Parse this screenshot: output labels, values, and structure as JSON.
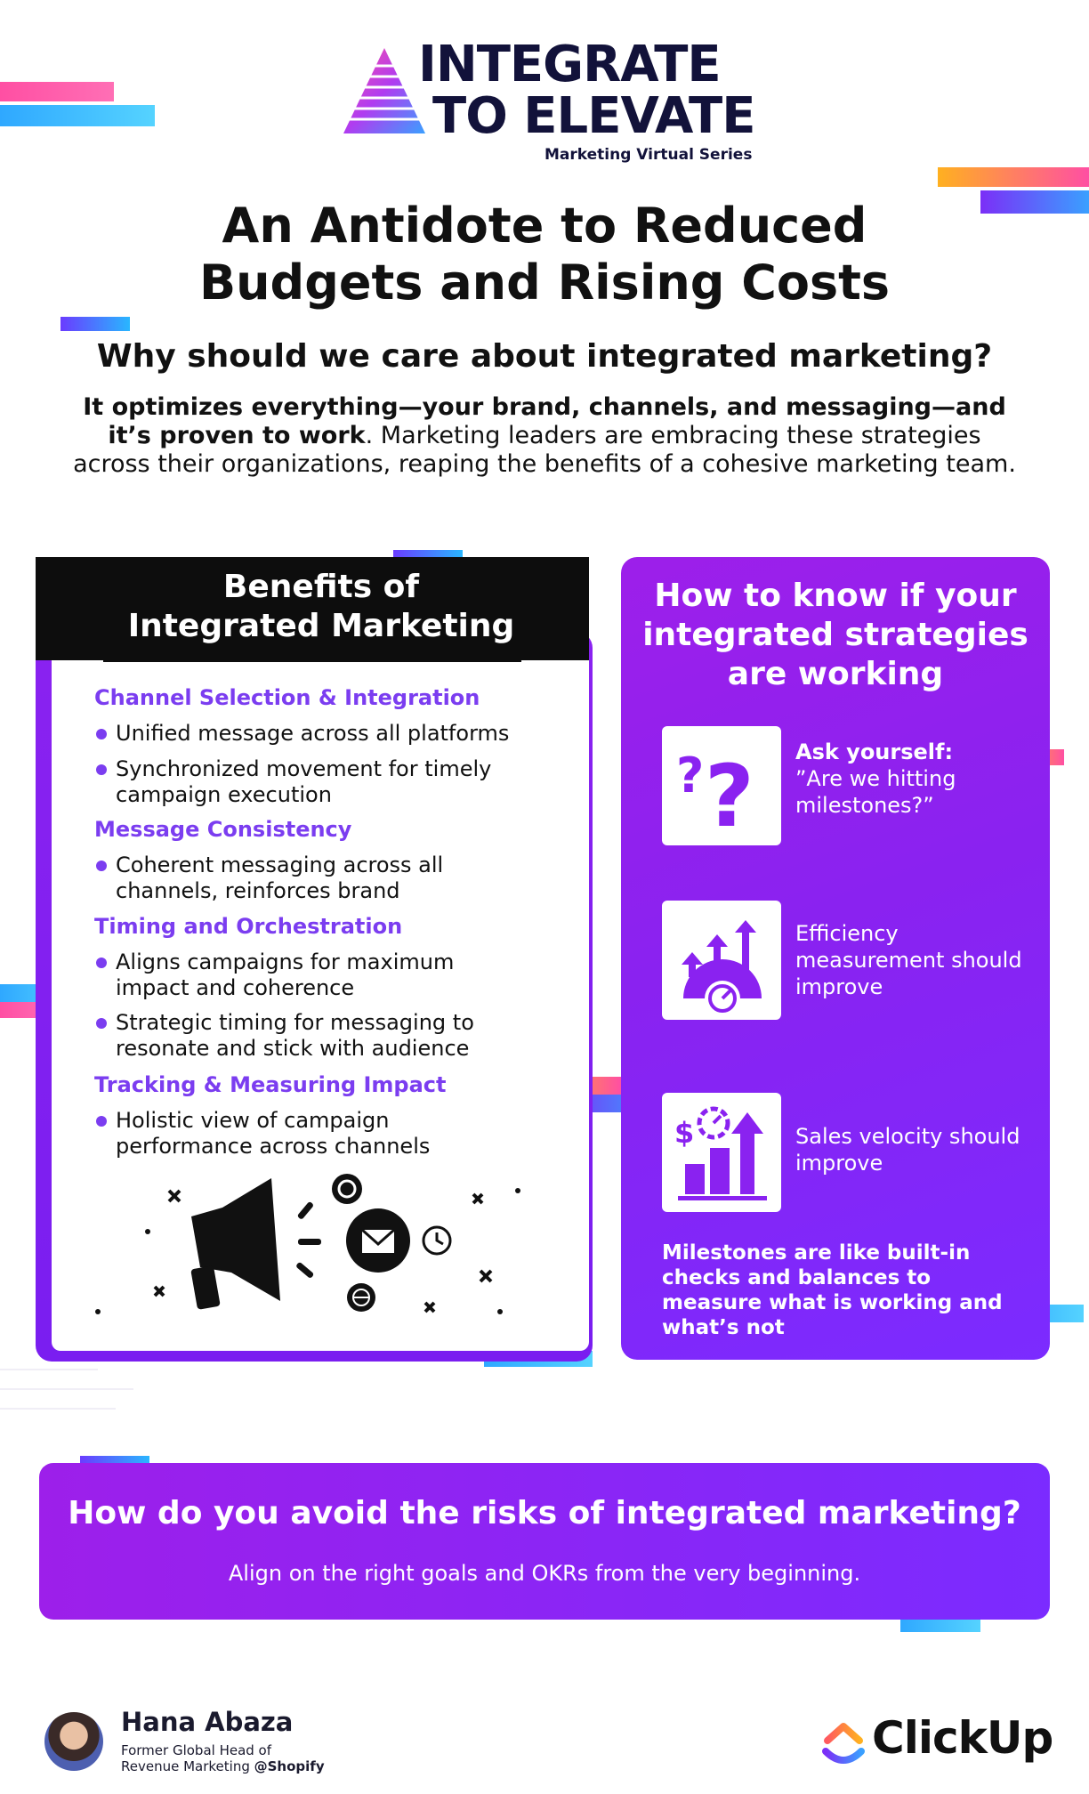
{
  "header": {
    "logo_line1": "INTEGRATE",
    "logo_line2": "TO ELEVATE",
    "logo_sub": "Marketing Virtual Series"
  },
  "title": {
    "line1": "An Antidote to Reduced",
    "line2": "Budgets and Rising Costs"
  },
  "question": "Why should we care about integrated marketing?",
  "intro": {
    "bold": "It optimizes everything—your brand, channels, and messaging—and it’s proven to work",
    "rest": ". Marketing leaders are embracing these strategies across their organizations, reaping the benefits of a cohesive marketing team."
  },
  "benefits": {
    "title_line1": "Benefits of",
    "title_line2": "Integrated Marketing",
    "sections": [
      {
        "heading": "Channel Selection & Integration",
        "bullets": [
          "Unified message across all platforms",
          "Synchronized movement for timely campaign execution"
        ]
      },
      {
        "heading": "Message Consistency",
        "bullets": [
          "Coherent messaging across all channels, reinforces brand"
        ]
      },
      {
        "heading": "Timing and Orchestration",
        "bullets": [
          "Aligns campaigns for maximum impact and coherence",
          "Strategic timing for messaging to resonate and stick with audience"
        ]
      },
      {
        "heading": "Tracking & Measuring Impact",
        "bullets": [
          "Holistic view of campaign performance across channels"
        ]
      }
    ]
  },
  "know": {
    "title_line1": "How to know if your",
    "title_line2": "integrated strategies",
    "title_line3": "are working",
    "items": [
      {
        "icon": "question-marks-icon",
        "bold": "Ask yourself:",
        "text": "”Are we hitting milestones?”"
      },
      {
        "icon": "efficiency-gauge-icon",
        "bold": "",
        "text": "Efficiency measurement should improve"
      },
      {
        "icon": "sales-growth-chart-icon",
        "bold": "",
        "text": "Sales velocity should improve"
      }
    ],
    "footer": "Milestones are like built-in checks and balances to measure what is working and what’s not"
  },
  "risks": {
    "title": "How do you avoid the risks of integrated marketing?",
    "subtitle": "Align on the right goals and OKRs from the very beginning."
  },
  "footer": {
    "name": "Hana Abaza",
    "role_line1": "Former Global Head of",
    "role_line2_prefix": "Revenue Marketing ",
    "role_line2_bold": "@Shopify",
    "brand": "ClickUp"
  },
  "colors": {
    "accent_purple": "#8a22f0",
    "heading_purple": "#7b3df0",
    "dark": "#0d0d0d"
  }
}
